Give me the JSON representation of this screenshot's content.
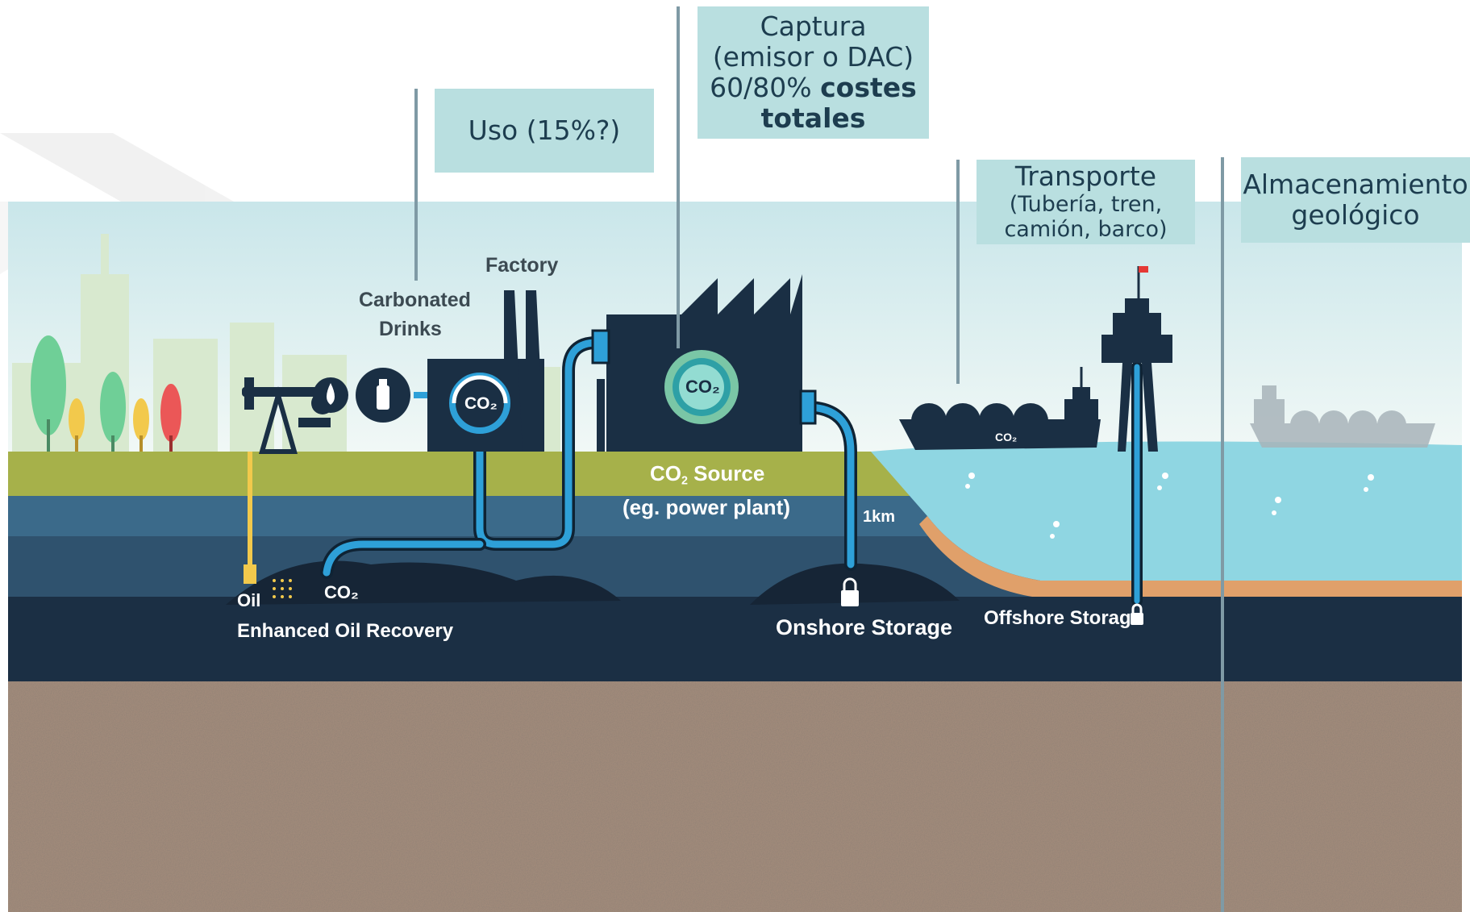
{
  "callouts": {
    "uso": {
      "line1": "Uso (15%?)"
    },
    "captura": {
      "line1": "Captura",
      "line2": "(emisor o DAC)",
      "line3_prefix": "60/80% ",
      "line3_bold": "costes",
      "line4_bold": "totales"
    },
    "transporte": {
      "line1": "Transporte",
      "line2": "(Tubería, tren,",
      "line3": "camión, barco)"
    },
    "almacenamiento": {
      "line1": "Almacenamiento",
      "line2": "geológico"
    }
  },
  "diagram_labels": {
    "factory": "Factory",
    "carbonated_line1": "Carbonated",
    "carbonated_line2": "Drinks",
    "co2_badge": "CO₂",
    "source_co": "CO",
    "source_sub": "2",
    "source_word": " Source",
    "source_example": "(eg. power plant)",
    "depth": "1km",
    "oil": "Oil",
    "co2_eor": "CO₂",
    "eor": "Enhanced Oil Recovery",
    "onshore": "Onshore Storage",
    "offshore": "Offshore Storage",
    "ship_co2": "CO₂"
  },
  "colors": {
    "sky": "#d6ecef",
    "grass": "#a6b14a",
    "water": "#8fd6e2",
    "sand": "#e0a06a",
    "layer_light": "#3b6a8a",
    "layer_mid": "#2f526e",
    "layer_dark": "#1b2f44",
    "rock_base": "#a08a7a",
    "pipe": "#2ea0d8",
    "navy": "#1a2f44",
    "callout_bg": "#b9dfe0"
  }
}
